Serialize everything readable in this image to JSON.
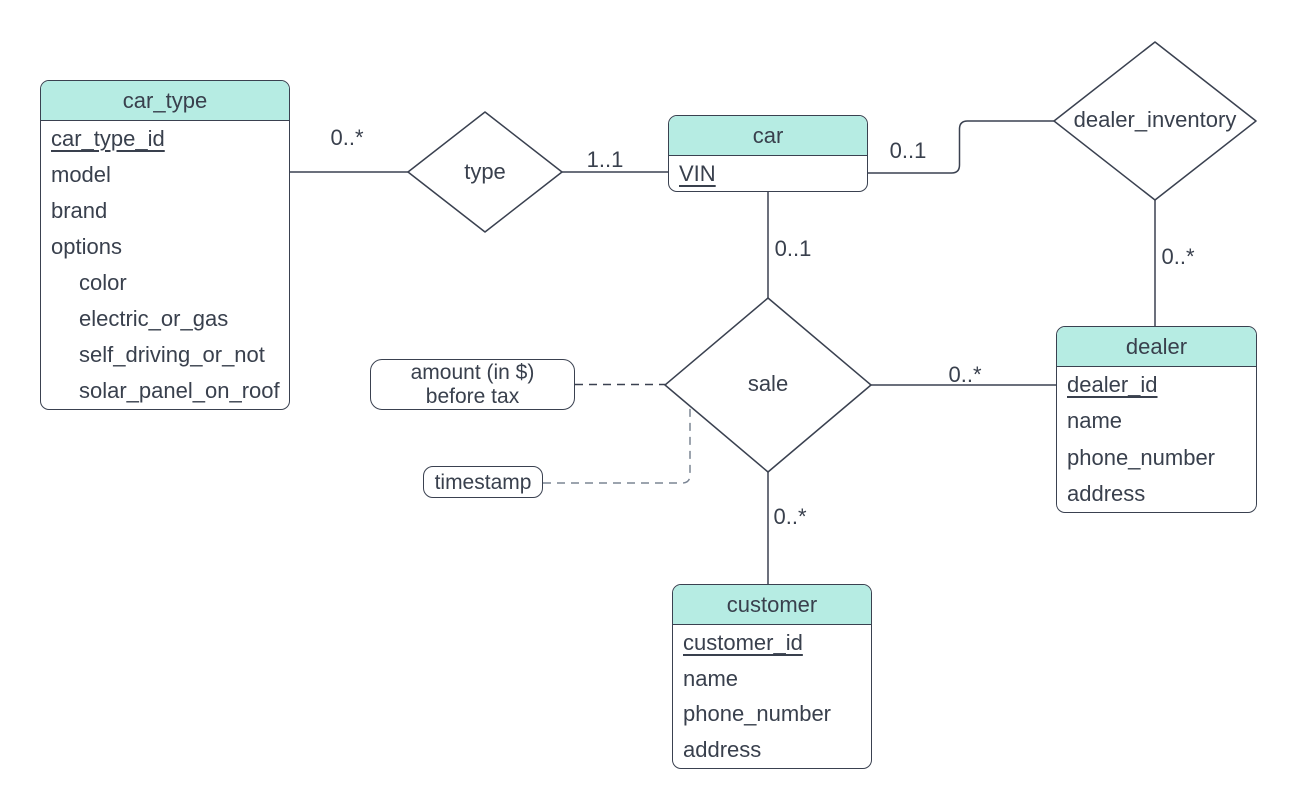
{
  "colors": {
    "background": "#ffffff",
    "entity_header_fill": "#b6ece3",
    "entity_body_fill": "#ffffff",
    "shape_border": "#3a4150",
    "text": "#39404d",
    "dashed_connector": "#7b8594"
  },
  "entities": [
    {
      "title": "car_type",
      "attributes": [
        {
          "name": "car_type_id",
          "primary_key": true,
          "indented": false
        },
        {
          "name": "model",
          "primary_key": false,
          "indented": false
        },
        {
          "name": "brand",
          "primary_key": false,
          "indented": false
        },
        {
          "name": "options",
          "primary_key": false,
          "indented": false
        },
        {
          "name": "color",
          "primary_key": false,
          "indented": true
        },
        {
          "name": "electric_or_gas",
          "primary_key": false,
          "indented": true
        },
        {
          "name": "self_driving_or_not",
          "primary_key": false,
          "indented": true
        },
        {
          "name": "solar_panel_on_roof",
          "primary_key": false,
          "indented": true
        }
      ]
    },
    {
      "title": "car",
      "attributes": [
        {
          "name": "VIN",
          "primary_key": true,
          "indented": false
        }
      ]
    },
    {
      "title": "dealer",
      "attributes": [
        {
          "name": "dealer_id",
          "primary_key": true,
          "indented": false
        },
        {
          "name": "name",
          "primary_key": false,
          "indented": false
        },
        {
          "name": "phone_number",
          "primary_key": false,
          "indented": false
        },
        {
          "name": "address",
          "primary_key": false,
          "indented": false
        }
      ]
    },
    {
      "title": "customer",
      "attributes": [
        {
          "name": "customer_id",
          "primary_key": true,
          "indented": false
        },
        {
          "name": "name",
          "primary_key": false,
          "indented": false
        },
        {
          "name": "phone_number",
          "primary_key": false,
          "indented": false
        },
        {
          "name": "address",
          "primary_key": false,
          "indented": false
        }
      ]
    }
  ],
  "relationships": [
    {
      "label": "type"
    },
    {
      "label": "dealer_inventory"
    },
    {
      "label": "sale"
    }
  ],
  "attribute_nodes": [
    {
      "line1": "amount (in $)",
      "line2": "before tax"
    },
    {
      "line1": "timestamp"
    }
  ],
  "connectors": [
    {
      "from": "car_type",
      "to": "type",
      "cardinality": "0..*",
      "style": "solid"
    },
    {
      "from": "type",
      "to": "car",
      "cardinality": "1..1",
      "style": "solid"
    },
    {
      "from": "car",
      "to": "dealer_inventory",
      "cardinality": "0..1",
      "style": "solid"
    },
    {
      "from": "dealer_inventory",
      "to": "dealer",
      "cardinality": "0..*",
      "style": "solid"
    },
    {
      "from": "car",
      "to": "sale",
      "cardinality": "0..1",
      "style": "solid"
    },
    {
      "from": "sale",
      "to": "dealer",
      "cardinality": "0..*",
      "style": "solid"
    },
    {
      "from": "sale",
      "to": "customer",
      "cardinality": "0..*",
      "style": "solid"
    },
    {
      "from": "amount (in $) before tax",
      "to": "sale",
      "cardinality": "",
      "style": "dashed"
    },
    {
      "from": "timestamp",
      "to": "sale",
      "cardinality": "",
      "style": "dashed"
    }
  ]
}
